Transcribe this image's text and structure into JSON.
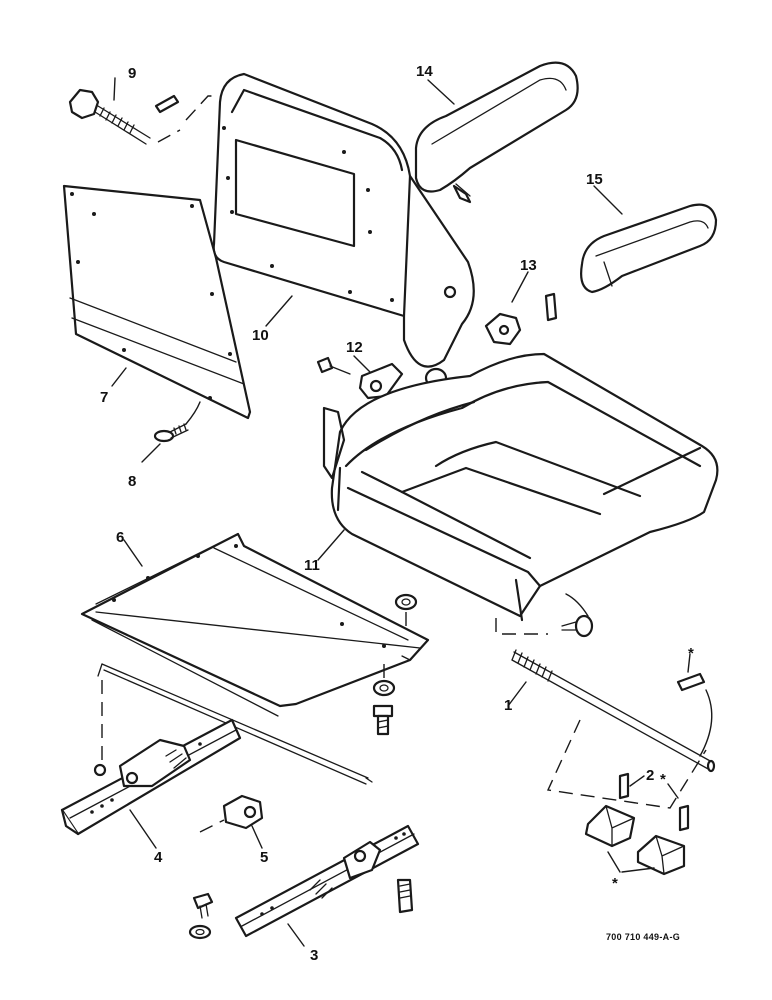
{
  "labels": {
    "l1": "1",
    "l2": "2",
    "l3": "3",
    "l4": "4",
    "l5": "5",
    "l6": "6",
    "l7": "7",
    "l8": "8",
    "l9": "9",
    "l10": "10",
    "l11": "11",
    "l12": "12",
    "l13": "13",
    "l14": "14",
    "l15": "15",
    "star_rod": "*",
    "star_2": "*",
    "star_pads": "*"
  },
  "reference_code": "700 710 449-A-G",
  "colors": {
    "ink": "#1a1a1a",
    "paper": "#ffffff"
  }
}
